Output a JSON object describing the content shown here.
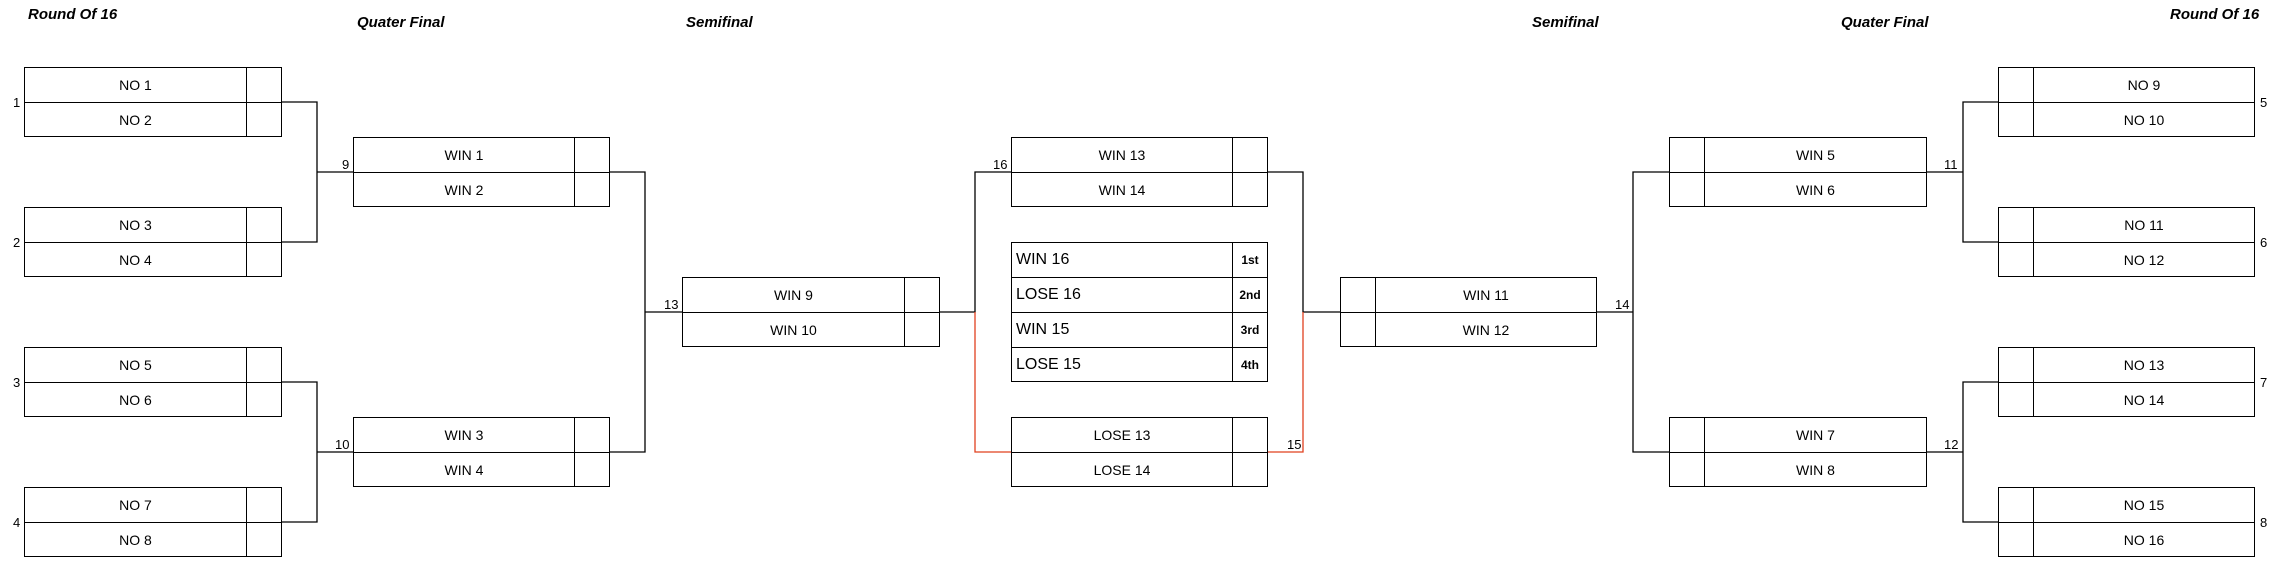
{
  "round_titles": {
    "left_r16": "Round Of 16",
    "left_qf": "Quater Final",
    "left_sf": "Semifinal",
    "right_sf": "Semifinal",
    "right_qf": "Quater Final",
    "right_r16": "Round Of 16"
  },
  "matches": {
    "m1": {
      "num": "1",
      "top": "NO 1",
      "bottom": "NO 2"
    },
    "m2": {
      "num": "2",
      "top": "NO 3",
      "bottom": "NO 4"
    },
    "m3": {
      "num": "3",
      "top": "NO 5",
      "bottom": "NO 6"
    },
    "m4": {
      "num": "4",
      "top": "NO 7",
      "bottom": "NO 8"
    },
    "m5": {
      "num": "5",
      "top": "NO 9",
      "bottom": "NO 10"
    },
    "m6": {
      "num": "6",
      "top": "NO 11",
      "bottom": "NO 12"
    },
    "m7": {
      "num": "7",
      "top": "NO 13",
      "bottom": "NO 14"
    },
    "m8": {
      "num": "8",
      "top": "NO 15",
      "bottom": "NO 16"
    },
    "m9": {
      "num": "9",
      "top": "WIN 1",
      "bottom": "WIN 2"
    },
    "m10": {
      "num": "10",
      "top": "WIN 3",
      "bottom": "WIN 4"
    },
    "m11": {
      "num": "11",
      "top": "WIN 5",
      "bottom": "WIN 6"
    },
    "m12": {
      "num": "12",
      "top": "WIN 7",
      "bottom": "WIN 8"
    },
    "m13": {
      "num": "13",
      "top": "WIN 9",
      "bottom": "WIN 10"
    },
    "m14": {
      "num": "14",
      "top": "WIN 11",
      "bottom": "WIN 12"
    },
    "m15": {
      "num": "15",
      "top": "LOSE 13",
      "bottom": "LOSE 14"
    },
    "m16": {
      "num": "16",
      "top": "WIN 13",
      "bottom": "WIN 14"
    }
  },
  "ranking": [
    {
      "name": "WIN 16",
      "place": "1st"
    },
    {
      "name": "LOSE 16",
      "place": "2nd"
    },
    {
      "name": "WIN 15",
      "place": "3rd"
    },
    {
      "name": "LOSE 15",
      "place": "4th"
    }
  ],
  "colors": {
    "line": "#000000",
    "third_place_line": "#e0401f"
  }
}
